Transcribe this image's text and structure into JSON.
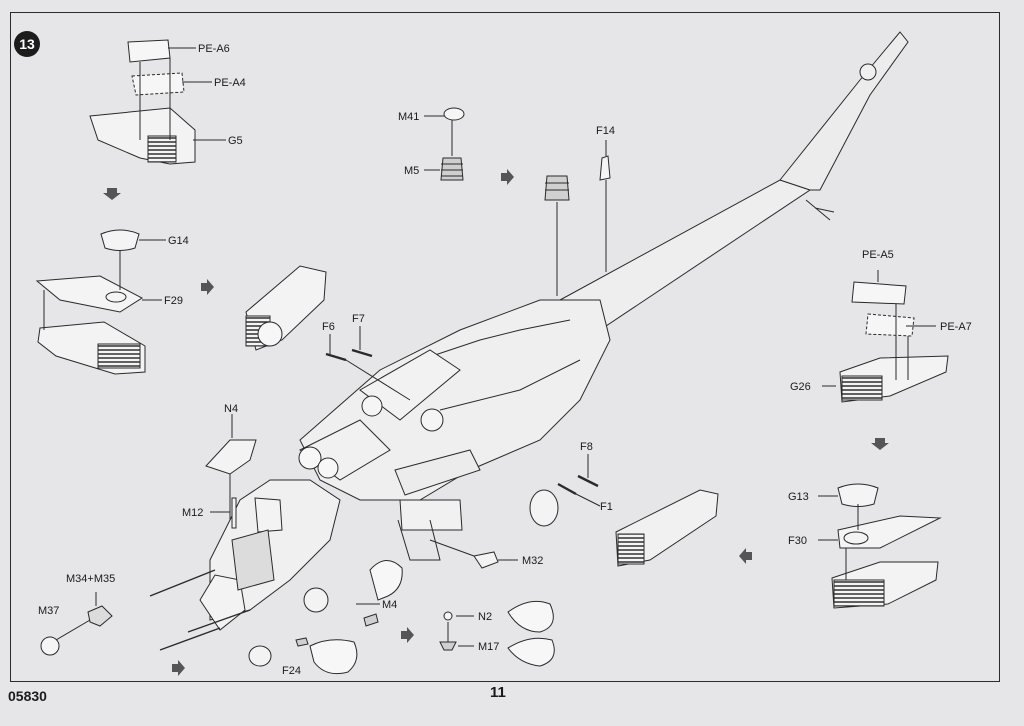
{
  "step_number": "13",
  "catalog_number": "05830",
  "page_number": "11",
  "part_labels": {
    "pe_a6": "PE-A6",
    "pe_a4": "PE-A4",
    "g5": "G5",
    "g14": "G14",
    "f29": "F29",
    "m41": "M41",
    "m5": "M5",
    "f14": "F14",
    "f6": "F6",
    "f7": "F7",
    "n4": "N4",
    "m12": "M12",
    "m34_m35": "M34+M35",
    "m37": "M37",
    "f24": "F24",
    "m4": "M4",
    "n2": "N2",
    "m17": "M17",
    "m32": "M32",
    "f8": "F8",
    "f1": "F1",
    "pe_a5": "PE-A5",
    "pe_a7": "PE-A7",
    "g26": "G26",
    "g13": "G13",
    "f30": "F30"
  }
}
